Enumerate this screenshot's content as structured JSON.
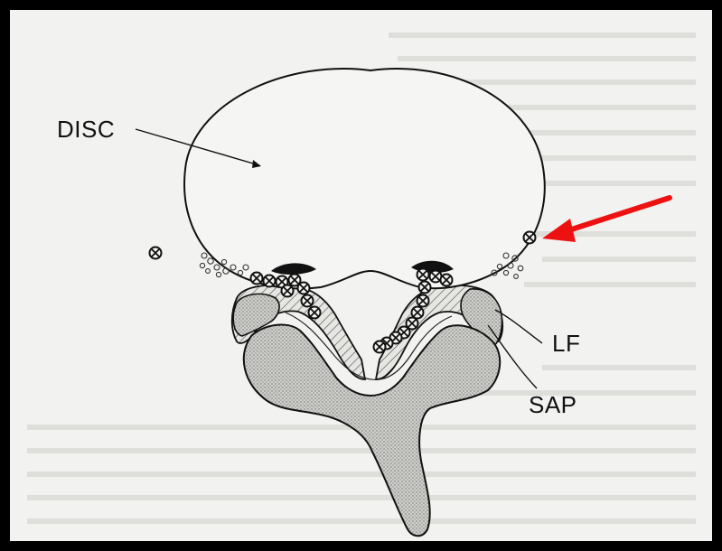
{
  "labels": {
    "disc": "DISC",
    "lf": "LF",
    "sap": "SAP"
  },
  "colors": {
    "arrow": "#ee1111",
    "ink": "#111111",
    "paper": "#f2f2f0",
    "border": "#000000"
  },
  "icons": {
    "nerve_marker": "circled-x"
  }
}
